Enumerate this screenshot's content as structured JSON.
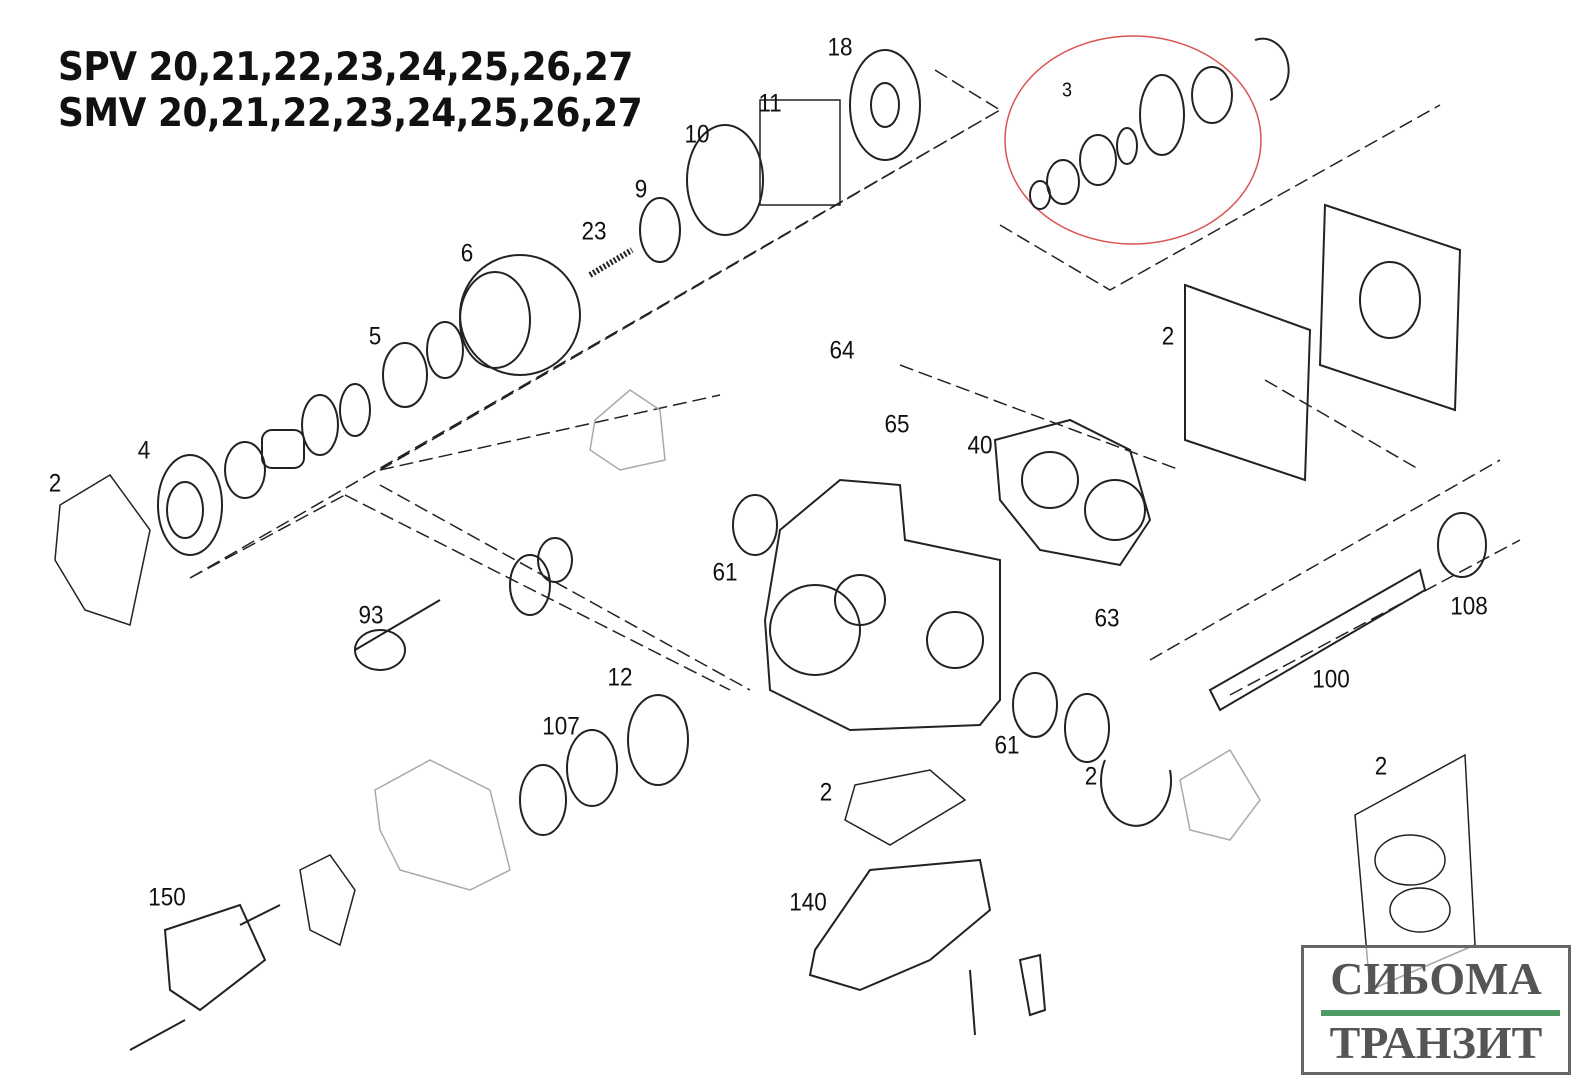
{
  "title": {
    "line1": "SPV 20,21,22,23,24,25,26,27",
    "line2": "SMV 20,21,22,23,24,25,26,27"
  },
  "part_labels": [
    "18",
    "11",
    "10",
    "9",
    "23",
    "6",
    "5",
    "4",
    "2",
    "3",
    "2",
    "64",
    "65",
    "40",
    "61",
    "93",
    "63",
    "108",
    "100",
    "12",
    "107",
    "61",
    "2",
    "2",
    "2",
    "150",
    "140"
  ],
  "highlight_color": "#d9534f",
  "logo": {
    "line1": "СИБОМА",
    "line2": "ТРАНЗИТ",
    "accent_color": "#4f9a63"
  }
}
